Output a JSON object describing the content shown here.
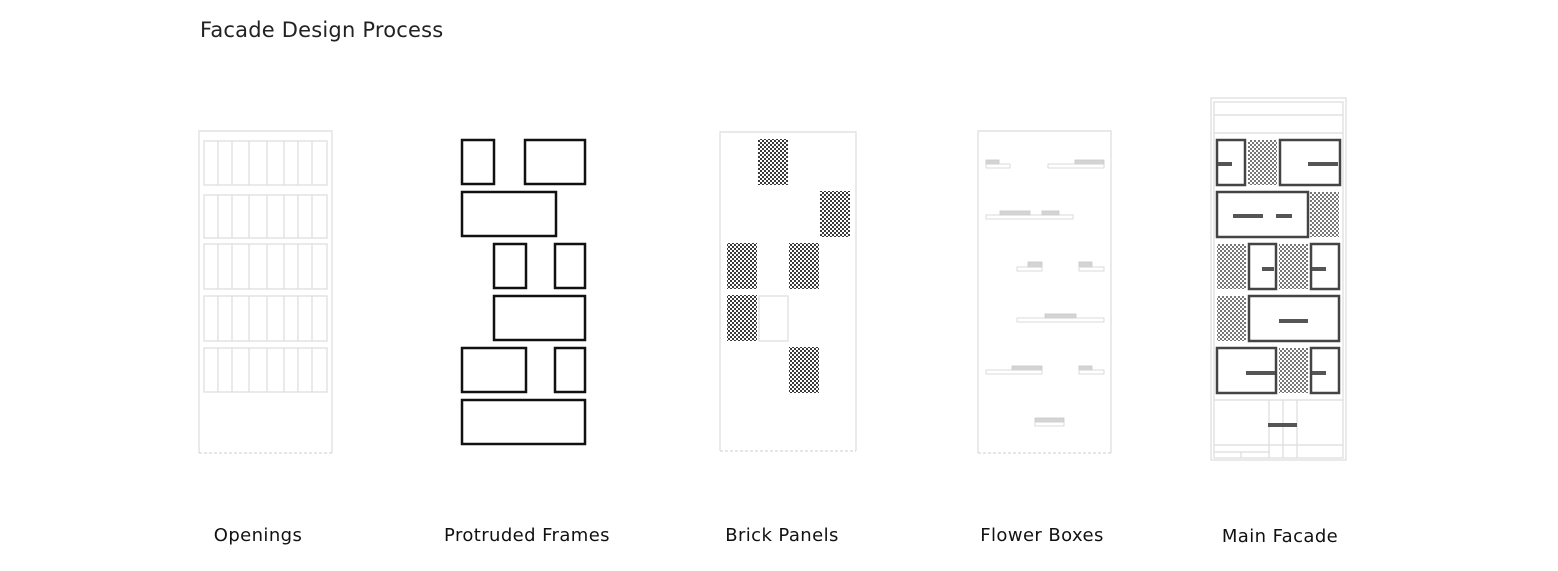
{
  "title": "Facade Design Process",
  "steps": [
    {
      "label": "Openings"
    },
    {
      "label": "Protruded Frames"
    },
    {
      "label": "Brick Panels"
    },
    {
      "label": "Flower Boxes"
    },
    {
      "label": "Main Facade"
    }
  ],
  "colors": {
    "frame": "#111111",
    "light_line": "#dcdcdc",
    "brick": "#3a3a3a",
    "flower_box": "#d4d4d4"
  }
}
